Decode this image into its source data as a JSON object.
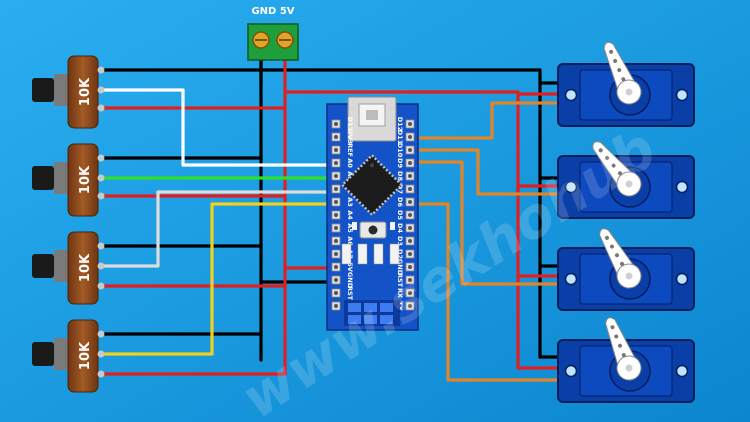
{
  "terminal": {
    "label": "GND 5V"
  },
  "potentiometers": [
    {
      "label": "10K"
    },
    {
      "label": "10K"
    },
    {
      "label": "10K"
    },
    {
      "label": "10K"
    }
  ],
  "board": {
    "top_pins": [
      "D12",
      "D11",
      "D10",
      "D9",
      "D8",
      "D7",
      "D6",
      "D5",
      "D4",
      "D3",
      "D2",
      "GND",
      "RST",
      "RX",
      "TX"
    ],
    "bottom_pins": [
      "D13",
      "3V3",
      "REF",
      "A0",
      "A1",
      "A2",
      "A3",
      "A4",
      "A5",
      "A6",
      "A7",
      "5V",
      "GND",
      "RST",
      "VIN"
    ]
  },
  "watermark": {
    "text": "www.sekhohub"
  },
  "colors": {
    "background": "#1a9be0",
    "board": "#1452c8",
    "servo_body": "#0a3fa8",
    "pot_body": "#8b4a1e",
    "terminal": "#1f9e3c",
    "wire_gnd": "#000000",
    "wire_vcc": "#e02020",
    "wire_a0": "#ffffff",
    "wire_a1": "#2ee02e",
    "wire_a2": "#dcdcdc",
    "wire_a3": "#f0d020",
    "wire_signal": "#e0852a"
  }
}
